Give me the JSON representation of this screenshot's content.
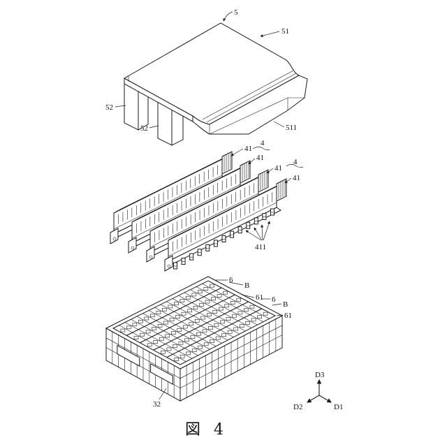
{
  "figure": {
    "caption": "図 4"
  },
  "labels": {
    "cover": "5",
    "cover_top": "51",
    "leg_left": "52",
    "leg_right": "52",
    "cover_end": "511",
    "module_a": "41",
    "group_a": "4",
    "module_b": "41",
    "module_c": "41",
    "group_b": "4",
    "module_d": "41",
    "terminals": "411",
    "tray_a": "6",
    "tray_b_a": "B",
    "tray_rib_a": "61",
    "tray_b": "6",
    "tray_b_b": "B",
    "tray_rib_b": "61",
    "tray_base": "32"
  },
  "axes": {
    "up": "D3",
    "left": "D2",
    "right": "D1"
  }
}
